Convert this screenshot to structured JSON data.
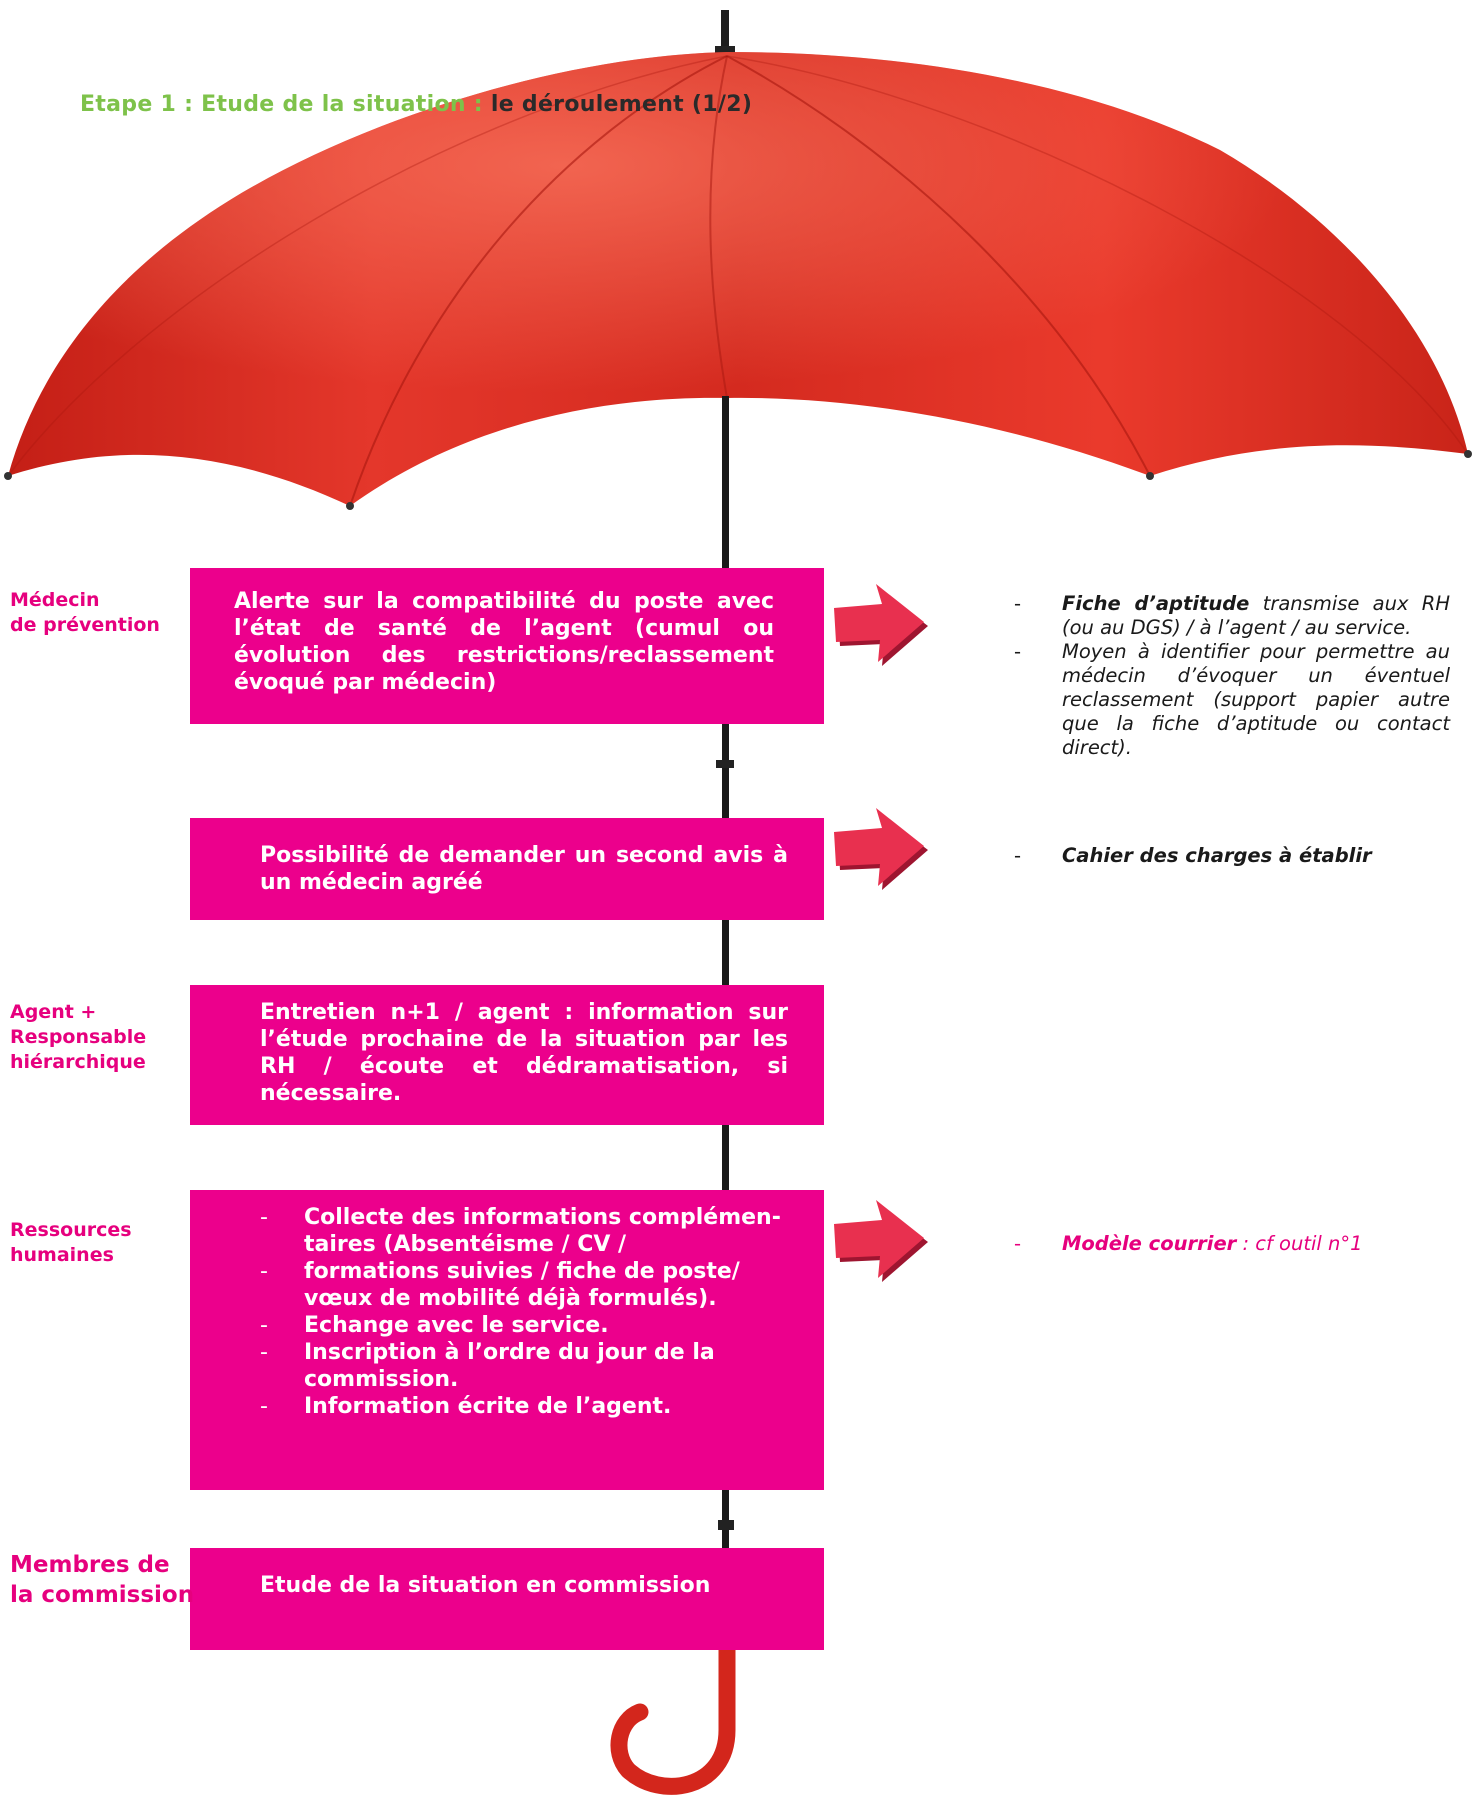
{
  "title": {
    "step": "Etape 1 : Etude de la situation : ",
    "subtitle": "le déroulement (1/2)"
  },
  "actors": [
    "Médecin\nde prévention",
    "Agent +\nResponsable\nhiérarchique",
    "Ressources\nhumaines",
    "Membres de\nla commission"
  ],
  "boxes": {
    "alerte": "Alerte sur la compatibilité du poste avec l’état de santé de l’agent (cumul ou évolution des restrictions/reclassement évoqué par médecin)",
    "second_avis": "Possibilité de demander un second avis à un médecin agréé",
    "entretien": "Entretien n+1 / agent : information sur l’étude prochaine de la situation par les RH / écoute et dédramatisation, si nécessaire.",
    "rh_items": [
      "Collecte des informations complémen-taires (Absentéisme / CV /",
      " formations suivies / fiche de poste/ vœux de mobilité déjà formulés).",
      "Echange avec le service.",
      "Inscription à l’ordre du jour de la commission.",
      "Information écrite de l’agent."
    ],
    "commission": "Etude de la situation en commission"
  },
  "notes": {
    "fiche_title": "Fiche d’aptitude",
    "fiche_rest": "  transmise aux RH (ou au DGS) / à l’agent / au service.",
    "moyen": "Moyen à identifier pour permettre au médecin d’évoquer un éventuel reclassement (support papier autre que la fiche d’aptitude ou contact direct).",
    "cahier": "Cahier des charges à établir",
    "modele_title": "Modèle courrier",
    "modele_rest": " : cf outil n°1"
  },
  "colors": {
    "magenta": "#ec008c",
    "accent_green": "#7ec24a",
    "umbrella_red": "#e8352a",
    "arrow_red": "#e8304f"
  },
  "icons": [
    "umbrella-illustration",
    "arrow-right-icon"
  ]
}
